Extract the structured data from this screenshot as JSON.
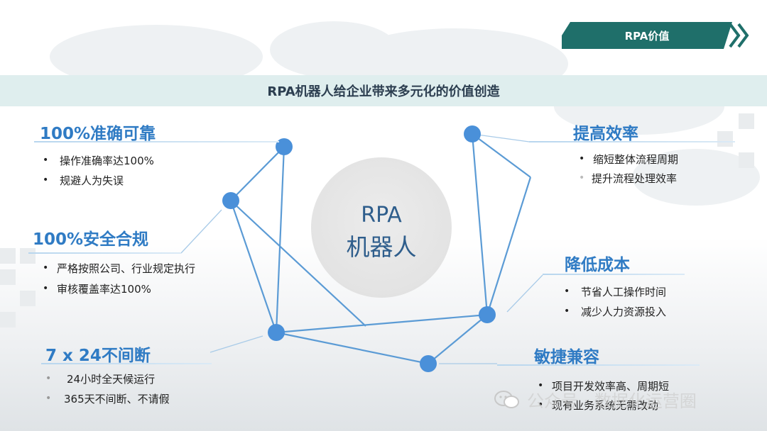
{
  "tag": {
    "label": "RPA价值"
  },
  "banner": {
    "title": "RPA机器人给企业带来多元化的价值创造"
  },
  "center": {
    "line1": "RPA",
    "line2": "机器人"
  },
  "blocks": {
    "accurate": {
      "title": "100%准确可靠",
      "items": [
        "操作准确率达100%",
        "规避人为失误"
      ]
    },
    "compliance": {
      "title": "100%安全合规",
      "items": [
        "严格按照公司、行业规定执行",
        "审核覆盖率达100%"
      ]
    },
    "uninterrupted": {
      "title": "7 x 24不间断",
      "items": [
        "24小时全天候运行",
        "365天不间断、不请假"
      ]
    },
    "efficiency": {
      "title": "提高效率",
      "items": [
        "缩短整体流程周期",
        "提升流程处理效率"
      ]
    },
    "cost": {
      "title": "降低成本",
      "items": [
        "节省人工操作时间",
        "减少人力资源投入"
      ]
    },
    "agile": {
      "title": "敏捷兼容",
      "items": [
        "项目开发效率高、周期短",
        "现有业务系统无需改动"
      ]
    }
  },
  "bullet": "•",
  "watermark": {
    "text": "公众号 · 数据化运营圈"
  },
  "colors": {
    "accent": "#2f7bc4",
    "tag": "#1f6f6a",
    "node": "#4a90d9",
    "line": "#5b9bd5"
  }
}
